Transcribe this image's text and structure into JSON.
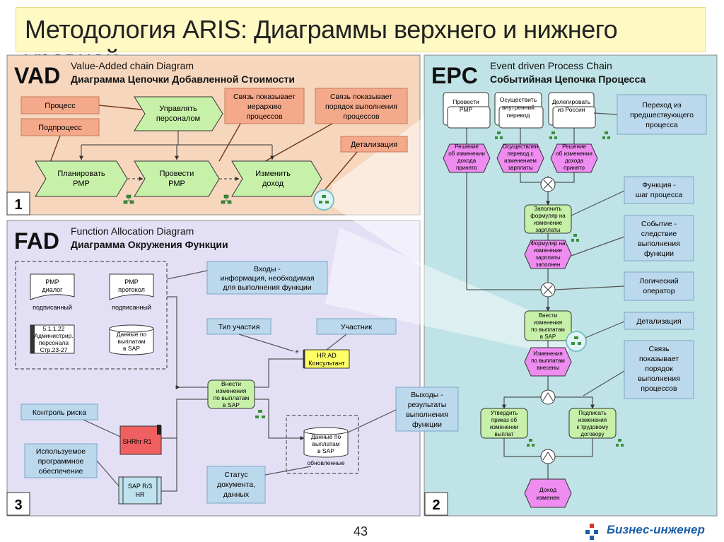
{
  "slide_title": "Методология ARIS: Диаграммы верхнего и нижнего уровней",
  "page_number": "43",
  "brand": "Бизнес-инженер",
  "vad": {
    "abbr": "VAD",
    "title_en": "Value-Added chain Diagram",
    "title_ru": "Диаграмма Цепочки Добавленной Стоимости",
    "number": "1",
    "callouts": {
      "process": "Процесс",
      "subprocess": "Подпроцесс",
      "hierarchy": [
        "Связь показывает",
        "иерархию",
        "процессов"
      ],
      "order": [
        "Связь показывает",
        "порядок выполнения",
        "процессов"
      ],
      "detail": "Детализация"
    },
    "nodes": {
      "manage": [
        "Управлять",
        "персоналом"
      ],
      "plan": [
        "Планировать",
        "РМР"
      ],
      "conduct": [
        "Провести",
        "РМР"
      ],
      "change": [
        "Изменить",
        "доход"
      ]
    }
  },
  "fad": {
    "abbr": "FAD",
    "title_en": "Function Allocation Diagram",
    "title_ru": "Диаграмма Окружения Функции",
    "number": "3",
    "docs": {
      "dialog": [
        "РМР",
        "диалог"
      ],
      "dialog_status": "подписанный",
      "protocol": [
        "РМР",
        "протокол"
      ],
      "protocol_status": "подписанный",
      "admin": [
        "5.1.1.22",
        "Администрир.",
        "персонала",
        "Стр.23-27"
      ],
      "payments_in": [
        "Данные по",
        "выплатам",
        "в SAP"
      ],
      "payments_out": [
        "Данные по",
        "выплатам",
        "в SAP"
      ],
      "payments_out_status": "обновленные"
    },
    "function": [
      "Внести",
      "изменения",
      "по выплатам",
      "в SAP"
    ],
    "participant": [
      "HR AD",
      "Консультант"
    ],
    "participation_mark": "e",
    "risk": "SHRhr R1",
    "software": [
      "SAP R/3",
      "HR"
    ],
    "callouts": {
      "inputs": [
        "Входы -",
        "информация, необходимая",
        "для выполнения функции"
      ],
      "participation_type": "Тип участия",
      "participant": "Участник",
      "risk_control": "Контроль риска",
      "software": [
        "Используемое",
        "программное",
        "обеспечение"
      ],
      "outputs": [
        "Выходы -",
        "результаты",
        "выполнения",
        "функции"
      ],
      "doc_status": [
        "Статус",
        "документа,",
        "данных"
      ]
    }
  },
  "epc": {
    "abbr": "EPC",
    "title_en": "Event driven Process Chain",
    "title_ru": "Событийная Цепочка Процесса",
    "number": "2",
    "interfaces": {
      "conduct": [
        "Провести",
        "РМР"
      ],
      "transfer": [
        "Осуществить",
        "внутренний",
        "перевод"
      ],
      "delegate": [
        "Делегировать",
        "из России"
      ]
    },
    "events_top": {
      "income": [
        "Решение",
        "об изменении",
        "дохода",
        "принято"
      ],
      "transfer": [
        "Осуществлен",
        "перевод с",
        "изменением",
        "зарплаты"
      ],
      "salary": [
        "Решение",
        "об изменении",
        "дохода",
        "принято"
      ]
    },
    "fill_form": [
      "Заполнить",
      "формуляр на",
      "изменение",
      "зарплаты"
    ],
    "form_filled": [
      "Формуляр на",
      "изменение",
      "зарплаты",
      "заполнен"
    ],
    "enter_changes": [
      "Внести",
      "изменения",
      "по выплатам",
      "в SAP"
    ],
    "changes_entered": [
      "Изменения",
      "по выплатам",
      "внесены"
    ],
    "approve_order": [
      "Утвердить",
      "приказ об",
      "изменении",
      "выплат"
    ],
    "sign_changes": [
      "Подписать",
      "изменения",
      "к трудовому",
      "договору"
    ],
    "income_changed": [
      "Доход",
      "изменен"
    ],
    "callouts": {
      "transition": [
        "Переход из",
        "предшествующего",
        "процесса"
      ],
      "function_step": [
        "Функция -",
        "шаг процесса"
      ],
      "event": [
        "Событие -",
        "следствие",
        "выполнения",
        "функции"
      ],
      "logic": [
        "Логический",
        "оператор"
      ],
      "detail": "Детализация",
      "link": [
        "Связь",
        "показывает",
        "порядок",
        "выполнения",
        "процессов"
      ]
    }
  },
  "colors": {
    "vad_bg": "#f6d7be",
    "fad_bg": "#e3e0f6",
    "epc_bg": "#bfe3e6",
    "green_shape": "#c7f0a8",
    "callout": "#f5a98b",
    "callout_blue": "#bcd8ec",
    "event": "#ee8cf0",
    "doc_yellow": "#ffff66",
    "risk_red": "#f06060",
    "brand": "#1c5fa8"
  }
}
